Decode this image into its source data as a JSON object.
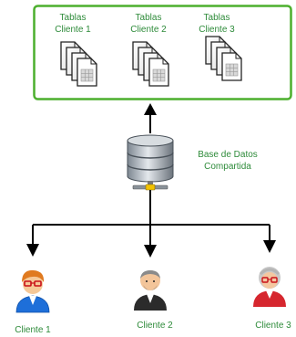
{
  "tables_panel": {
    "border_color": "#4caf2d",
    "groups": [
      {
        "label_line1": "Tablas",
        "label_line2": "Cliente 1"
      },
      {
        "label_line1": "Tablas",
        "label_line2": "Cliente 2"
      },
      {
        "label_line1": "Tablas",
        "label_line2": "Cliente 3"
      }
    ]
  },
  "database": {
    "label_line1": "Base de Datos",
    "label_line2": "Compartida",
    "icon": "database-server-icon"
  },
  "clients": [
    {
      "label": "Cliente 1",
      "icon": "user-redhair-glasses-icon"
    },
    {
      "label": "Cliente 2",
      "icon": "user-bald-beard-icon"
    },
    {
      "label": "Cliente 3",
      "icon": "user-grayhair-glasses-icon"
    }
  ],
  "colors": {
    "panel_text": "#2e8b3a",
    "db_text": "#2e8b3a",
    "client_text": "#2e8b3a",
    "arrows": "#000000"
  }
}
